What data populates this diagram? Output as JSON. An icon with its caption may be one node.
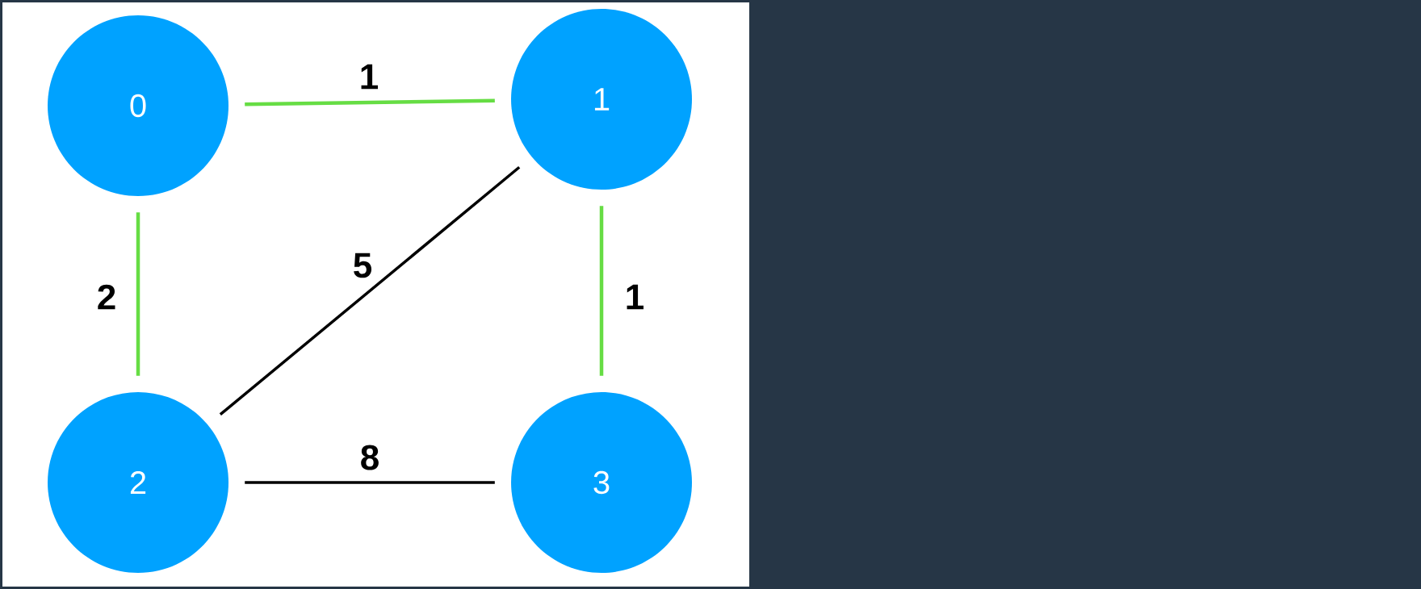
{
  "diagram": {
    "nodes": [
      {
        "text": [
          "0"
        ]
      },
      {
        "text": [
          "1"
        ]
      },
      {
        "text": [
          "2"
        ]
      },
      {
        "text": [
          "3"
        ]
      }
    ],
    "edges": [
      {
        "from": 0,
        "to": 1,
        "arrow": "none",
        "label": "1"
      },
      {
        "from": 0,
        "to": 2,
        "arrow": "none",
        "label": "2"
      },
      {
        "from": 1,
        "to": 2,
        "arrow": "none",
        "label": "5",
        "color": "#000000"
      },
      {
        "from": 1,
        "to": 3,
        "arrow": "none",
        "label": "1"
      },
      {
        "from": 2,
        "to": 3,
        "arrow": "none",
        "label": "8",
        "color": "#000000"
      }
    ]
  }
}
